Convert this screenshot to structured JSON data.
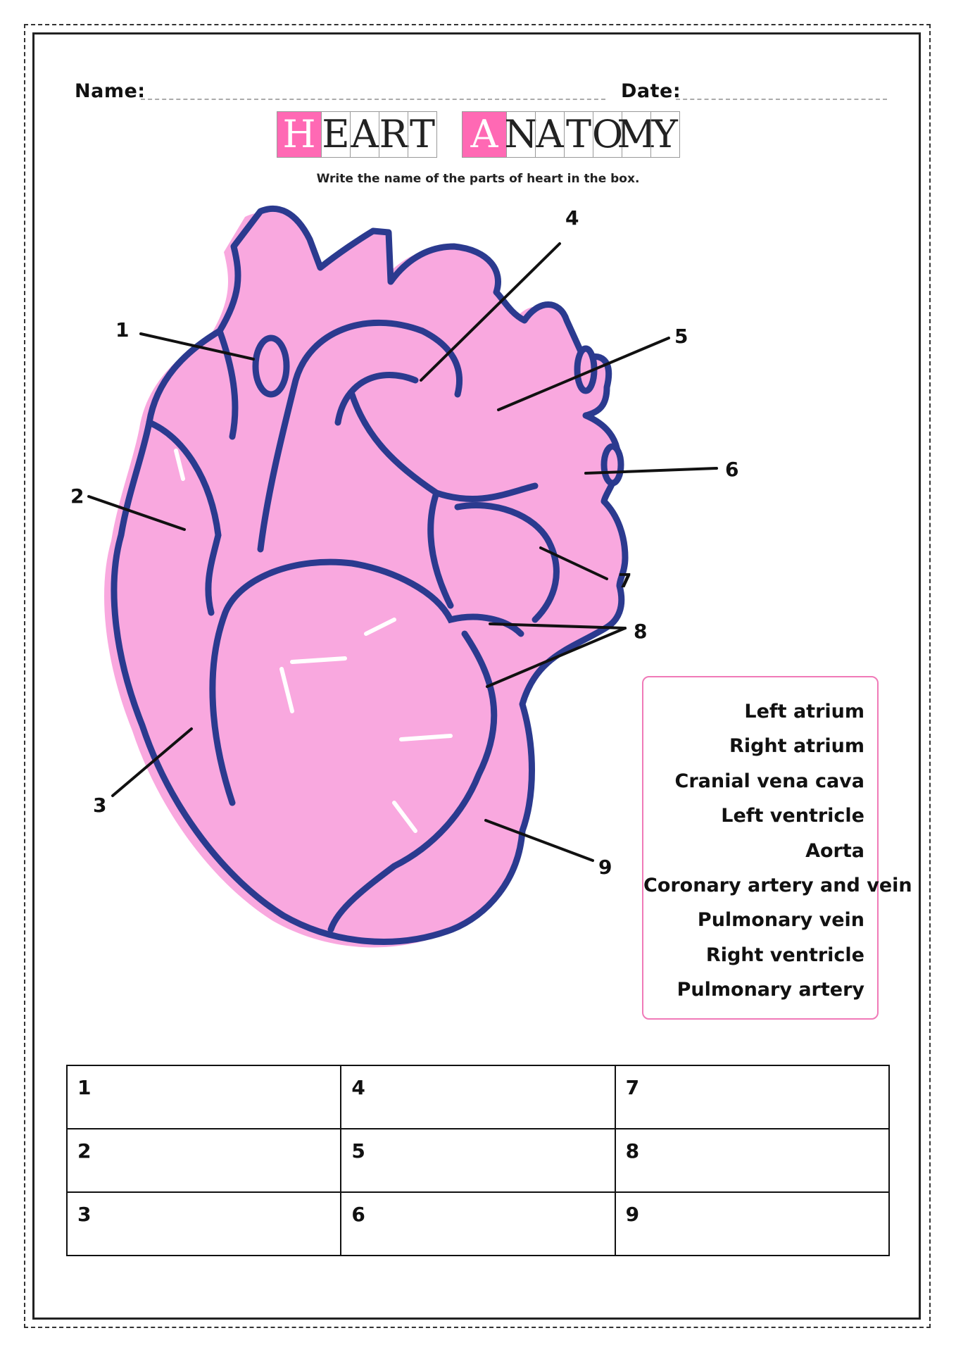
{
  "header": {
    "name_label": "Name:",
    "date_label": "Date:"
  },
  "title": {
    "word1": [
      "H",
      "E",
      "A",
      "R",
      "T"
    ],
    "word2": [
      "A",
      "N",
      "A",
      "T",
      "O",
      "M",
      "Y"
    ],
    "highlight_color": "#ff69b4"
  },
  "instruction": "Write the name of the parts of heart in the box.",
  "diagram": {
    "markers": [
      "1",
      "2",
      "3",
      "4",
      "5",
      "6",
      "7",
      "8",
      "9"
    ],
    "fill_color": "#f9a8df",
    "outline_color": "#2b3a8f"
  },
  "word_bank": [
    "Left atrium",
    "Right atrium",
    "Cranial vena cava",
    "Left ventricle",
    "Aorta",
    "Coronary artery and vein",
    "Pulmonary vein",
    "Right ventricle",
    "Pulmonary artery"
  ],
  "answer_table": {
    "rows": [
      [
        "1",
        "4",
        "7"
      ],
      [
        "2",
        "5",
        "8"
      ],
      [
        "3",
        "6",
        "9"
      ]
    ]
  }
}
